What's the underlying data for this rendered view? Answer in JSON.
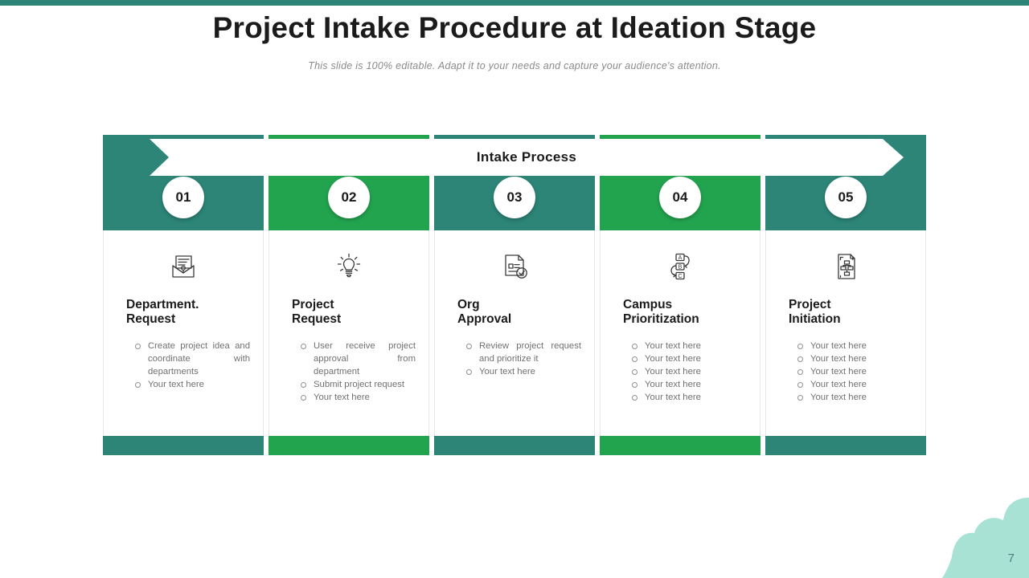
{
  "slide": {
    "title": "Project Intake Procedure at Ideation Stage",
    "subtitle": "This slide is 100% editable. Adapt it to your needs and capture your audience's attention.",
    "page_number": "7",
    "accent_teal": "#2c8577",
    "accent_green": "#22a44f",
    "decoration_color": "#a8e2d5"
  },
  "banner": {
    "label": "Intake Process"
  },
  "columns": [
    {
      "number": "01",
      "color": "teal",
      "icon": "envelope-document-icon",
      "title": "Department.\nRequest",
      "bullets": [
        "Create project idea and coordinate with departments",
        "Your text here"
      ]
    },
    {
      "number": "02",
      "color": "green",
      "icon": "lightbulb-idea-icon",
      "title": "Project\nRequest",
      "bullets": [
        "User receive project approval from department",
        "Submit project request",
        "Your text here"
      ]
    },
    {
      "number": "03",
      "color": "teal",
      "icon": "document-check-approval-icon",
      "title": "Org\nApproval",
      "bullets": [
        "Review project request and prioritize it",
        "Your text here"
      ]
    },
    {
      "number": "04",
      "color": "green",
      "icon": "abc-priority-list-icon",
      "title": "Campus\nPrioritization",
      "bullets": [
        "Your text here",
        "Your text here",
        "Your text here",
        "Your text here",
        "Your text here"
      ]
    },
    {
      "number": "05",
      "color": "teal",
      "icon": "document-flowchart-icon",
      "title": "Project\nInitiation",
      "bullets": [
        "Your text here",
        "Your text here",
        "Your text here",
        "Your text here",
        "Your text here"
      ]
    }
  ]
}
